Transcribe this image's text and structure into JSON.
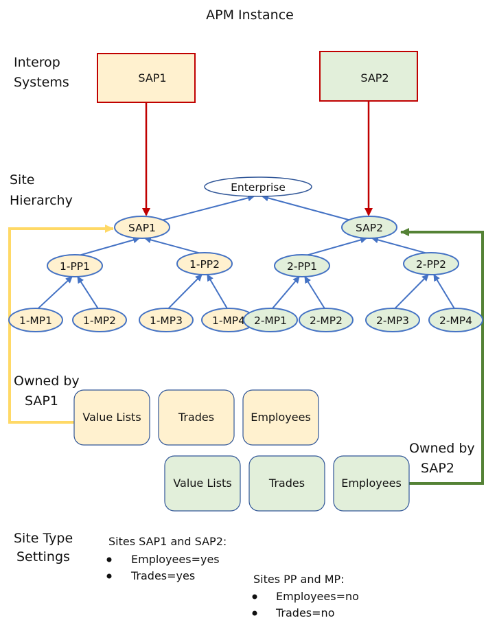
{
  "title": "APM Instance",
  "section_labels": {
    "interop": [
      "Interop",
      "Systems"
    ],
    "hierarchy": [
      "Site",
      "Hierarchy"
    ],
    "owned_sap1": [
      "Owned by",
      "SAP1"
    ],
    "owned_sap2": [
      "Owned by",
      "SAP2"
    ],
    "settings": [
      "Site Type",
      "Settings"
    ]
  },
  "interop_systems": [
    {
      "id": "sys1",
      "label": "SAP1"
    },
    {
      "id": "sys2",
      "label": "SAP2"
    }
  ],
  "hierarchy": {
    "root": "Enterprise",
    "nodes": [
      {
        "id": "sap1",
        "label": "SAP1",
        "parent": "root",
        "group": "sap1"
      },
      {
        "id": "sap2",
        "label": "SAP2",
        "parent": "root",
        "group": "sap2"
      },
      {
        "id": "1pp1",
        "label": "1-PP1",
        "parent": "sap1",
        "group": "sap1"
      },
      {
        "id": "1pp2",
        "label": "1-PP2",
        "parent": "sap1",
        "group": "sap1"
      },
      {
        "id": "2pp1",
        "label": "2-PP1",
        "parent": "sap2",
        "group": "sap2"
      },
      {
        "id": "2pp2",
        "label": "2-PP2",
        "parent": "sap2",
        "group": "sap2"
      },
      {
        "id": "1mp1",
        "label": "1-MP1",
        "parent": "1pp1",
        "group": "sap1"
      },
      {
        "id": "1mp2",
        "label": "1-MP2",
        "parent": "1pp1",
        "group": "sap1"
      },
      {
        "id": "1mp3",
        "label": "1-MP3",
        "parent": "1pp2",
        "group": "sap1"
      },
      {
        "id": "1mp4",
        "label": "1-MP4",
        "parent": "1pp2",
        "group": "sap1"
      },
      {
        "id": "2mp1",
        "label": "2-MP1",
        "parent": "2pp1",
        "group": "sap2"
      },
      {
        "id": "2mp2",
        "label": "2-MP2",
        "parent": "2pp1",
        "group": "sap2"
      },
      {
        "id": "2mp3",
        "label": "2-MP3",
        "parent": "2pp2",
        "group": "sap2"
      },
      {
        "id": "2mp4",
        "label": "2-MP4",
        "parent": "2pp2",
        "group": "sap2"
      }
    ]
  },
  "owned_sap1": [
    "Value Lists",
    "Trades",
    "Employees"
  ],
  "owned_sap2": [
    "Value Lists",
    "Trades",
    "Employees"
  ],
  "settings": {
    "group1": {
      "heading": "Sites SAP1 and SAP2:",
      "items": [
        "Employees=yes",
        "Trades=yes"
      ]
    },
    "group2": {
      "heading": "Sites PP and MP:",
      "items": [
        "Employees=no",
        "Trades=no"
      ]
    }
  },
  "colors": {
    "sap1_fill": "#fff1cf",
    "sap2_fill": "#e2efda",
    "node_stroke": "#4472c4",
    "interop_stroke": "#c00000",
    "sap1_link": "#ffd966",
    "sap2_link": "#548235",
    "box_stroke": "#2f5597"
  }
}
